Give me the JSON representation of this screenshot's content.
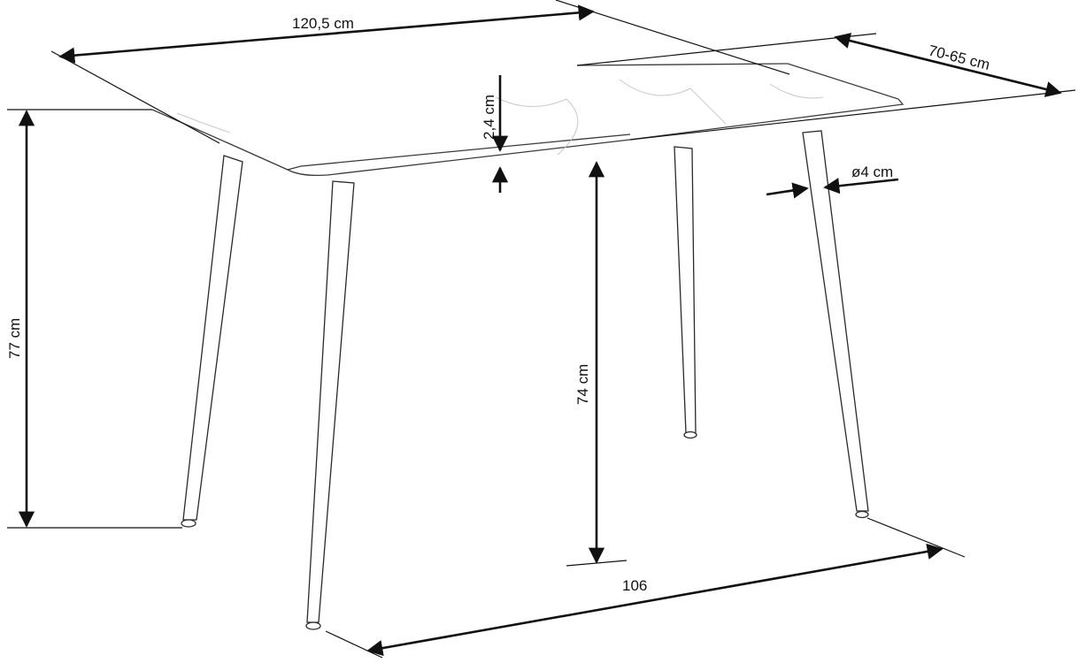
{
  "dimensions": {
    "length": "120,5 cm",
    "depth": "70-65 cm",
    "top_thickness": "2,4 cm",
    "leg_diameter": "ø4 cm",
    "total_height": "77 cm",
    "leg_height": "74 cm",
    "leg_span": "106"
  }
}
